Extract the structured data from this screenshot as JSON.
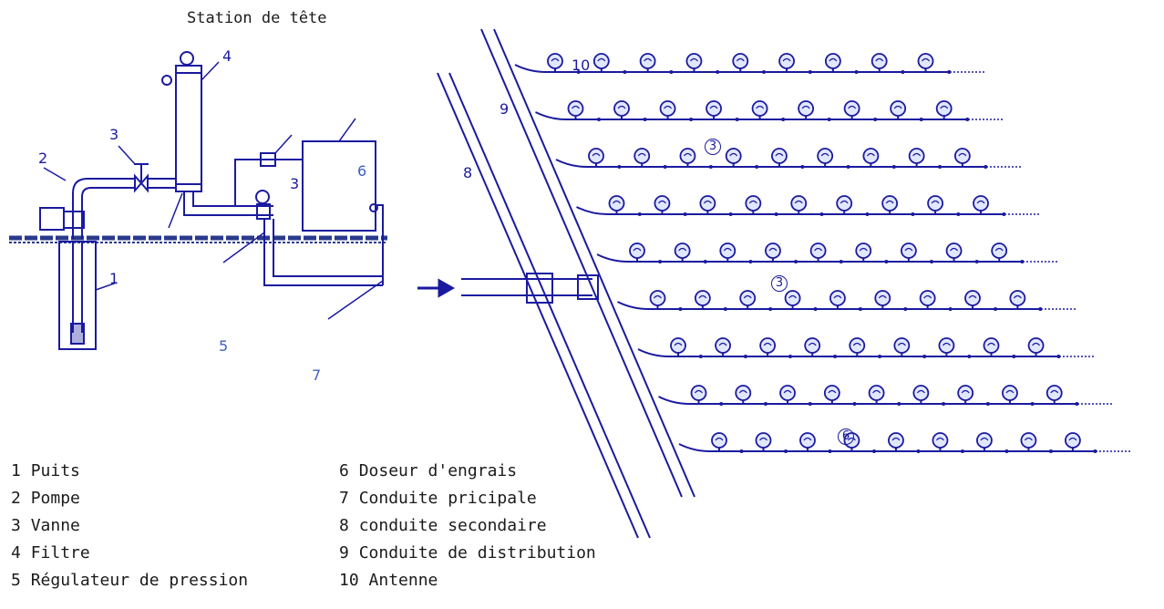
{
  "title": "Station de tête",
  "legend": [
    {
      "num": "1",
      "text": "Puits"
    },
    {
      "num": "2",
      "text": "Pompe"
    },
    {
      "num": "3",
      "text": "Vanne"
    },
    {
      "num": "4",
      "text": "Filtre"
    },
    {
      "num": "5",
      "text": "Régulateur de pression"
    },
    {
      "num": "6",
      "text": "Doseur d'engrais"
    },
    {
      "num": "7",
      "text": "Conduite pricipale"
    },
    {
      "num": "8",
      "text": "conduite secondaire"
    },
    {
      "num": "9",
      "text": "Conduite de distribution"
    },
    {
      "num": "10",
      "text": "Antenne"
    }
  ],
  "diagram_labels": {
    "l1": "1",
    "l2": "2",
    "l3a": "3",
    "l3b": "3",
    "l4": "4",
    "l5": "5",
    "l6": "6",
    "l7": "7",
    "l8": "8",
    "l9": "9",
    "l10": "10",
    "c3a": "3",
    "c3b": "3",
    "c6": "6"
  },
  "colors": {
    "ink": "#1a1aa0",
    "light_ink": "#3c5fc4",
    "ground": "#2a3a8c",
    "text": "#1b1b1b"
  }
}
